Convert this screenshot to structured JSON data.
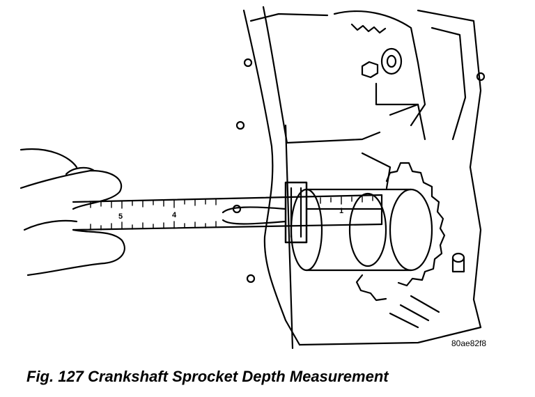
{
  "figure": {
    "code": "80ae82f8",
    "caption": "Fig. 127 Crankshaft Sprocket Depth Measurement",
    "scale_numbers": [
      "5",
      "4",
      "1"
    ]
  }
}
